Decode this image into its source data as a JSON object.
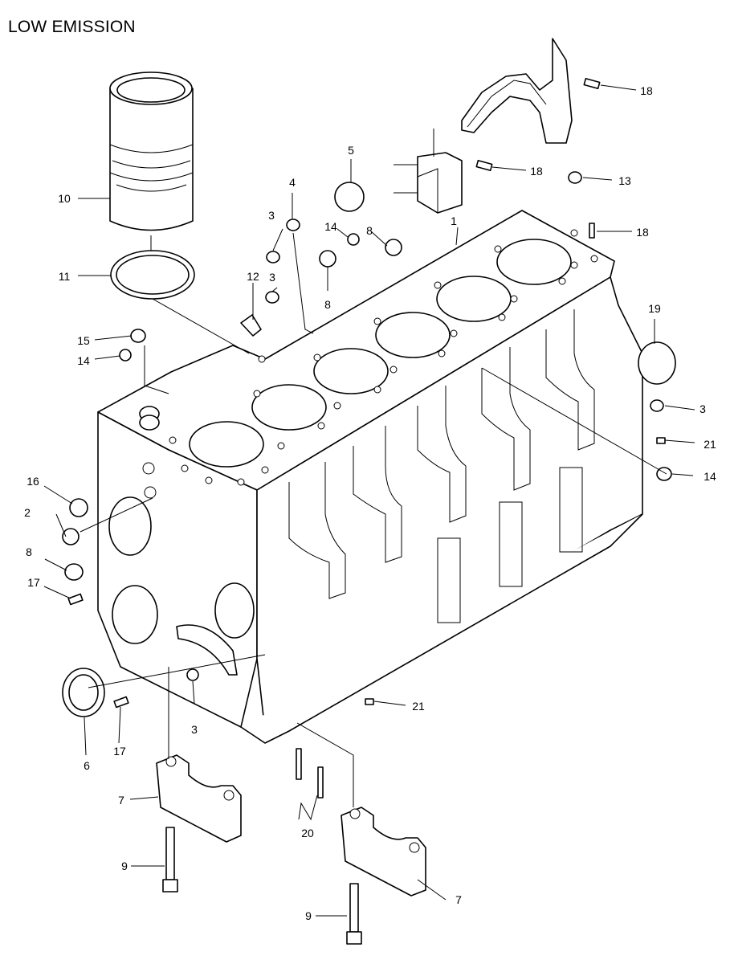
{
  "title": "LOW EMISSION",
  "callouts": [
    {
      "id": "1",
      "label": "1"
    },
    {
      "id": "2",
      "label": "2"
    },
    {
      "id": "3a",
      "label": "3"
    },
    {
      "id": "3b",
      "label": "3"
    },
    {
      "id": "3c",
      "label": "3"
    },
    {
      "id": "3d",
      "label": "3"
    },
    {
      "id": "4",
      "label": "4"
    },
    {
      "id": "5",
      "label": "5"
    },
    {
      "id": "6",
      "label": "6"
    },
    {
      "id": "7a",
      "label": "7"
    },
    {
      "id": "7b",
      "label": "7"
    },
    {
      "id": "8a",
      "label": "8"
    },
    {
      "id": "8b",
      "label": "8"
    },
    {
      "id": "8c",
      "label": "8"
    },
    {
      "id": "9a",
      "label": "9"
    },
    {
      "id": "9b",
      "label": "9"
    },
    {
      "id": "10",
      "label": "10"
    },
    {
      "id": "11",
      "label": "11"
    },
    {
      "id": "12",
      "label": "12"
    },
    {
      "id": "13",
      "label": "13"
    },
    {
      "id": "14a",
      "label": "14"
    },
    {
      "id": "14b",
      "label": "14"
    },
    {
      "id": "14c",
      "label": "14"
    },
    {
      "id": "15",
      "label": "15"
    },
    {
      "id": "16",
      "label": "16"
    },
    {
      "id": "17a",
      "label": "17"
    },
    {
      "id": "17b",
      "label": "17"
    },
    {
      "id": "18a",
      "label": "18"
    },
    {
      "id": "18b",
      "label": "18"
    },
    {
      "id": "18c",
      "label": "18"
    },
    {
      "id": "19",
      "label": "19"
    },
    {
      "id": "20",
      "label": "20"
    },
    {
      "id": "21a",
      "label": "21"
    },
    {
      "id": "21b",
      "label": "21"
    }
  ]
}
